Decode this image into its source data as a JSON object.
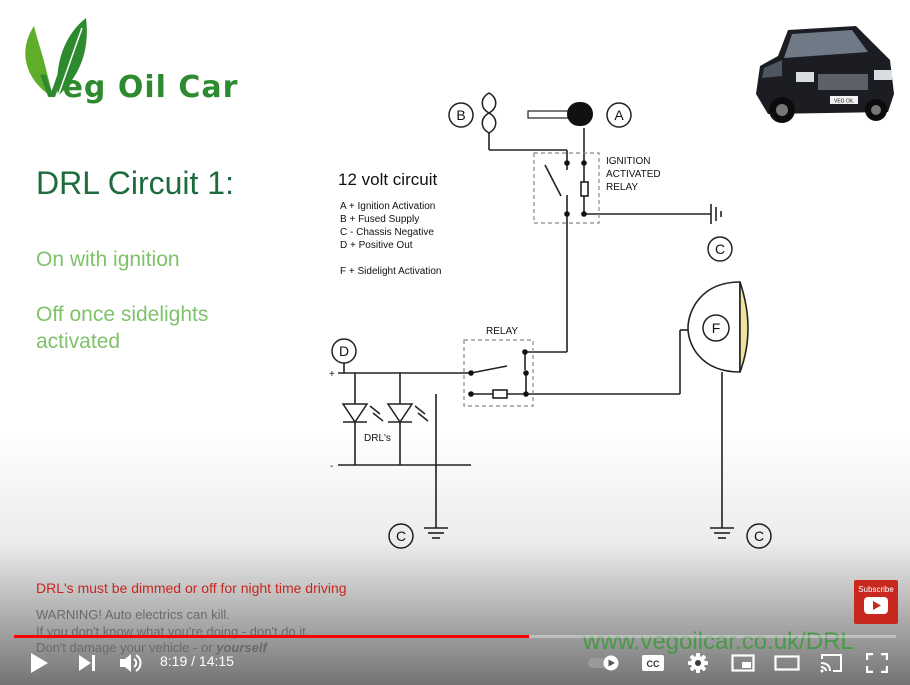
{
  "video": {
    "logo_text": "eg Oil Car",
    "logo_initial": "V",
    "title": "DRL Circuit 1:",
    "subtitle_1": "On with ignition",
    "subtitle_2": "Off once sidelights activated",
    "circuit_title": "12 volt circuit",
    "legend": [
      "A + Ignition Activation",
      "B + Fused Supply",
      "C - Chassis Negative",
      "D + Positive Out",
      "F + Sidelight Activation"
    ],
    "labels": {
      "a": "A",
      "b": "B",
      "c": "C",
      "d": "D",
      "f": "F",
      "ignition_relay": [
        "IGNITION",
        "ACTIVATED",
        "RELAY"
      ],
      "relay": "RELAY",
      "drls": "DRL's",
      "plus": "+",
      "minus": "-"
    },
    "dim_note": "DRL's must be dimmed or off for night time driving",
    "warning_1": "WARNING! Auto electrics can kill.",
    "warning_2": "If you don't know what you're doing - don't do it.",
    "warning_3_plain": "Don't damage your vehicle - or ",
    "warning_3_italic": "yourself",
    "url": "www.vegoilcar.co.uk/DRL",
    "subscribe_label": "Subscribe",
    "plate_text": "VEG OIL"
  },
  "player": {
    "current_time": "8:19",
    "duration": "14:15",
    "time_separator": " / ",
    "progress_fraction": 0.584,
    "accent_color": "#ff0000",
    "icons": [
      "play-icon",
      "next-icon",
      "volume-icon",
      "autoplay-toggle-icon",
      "captions-icon",
      "settings-icon",
      "miniplayer-icon",
      "theater-mode-icon",
      "cast-icon",
      "fullscreen-icon",
      "info-icon"
    ]
  }
}
